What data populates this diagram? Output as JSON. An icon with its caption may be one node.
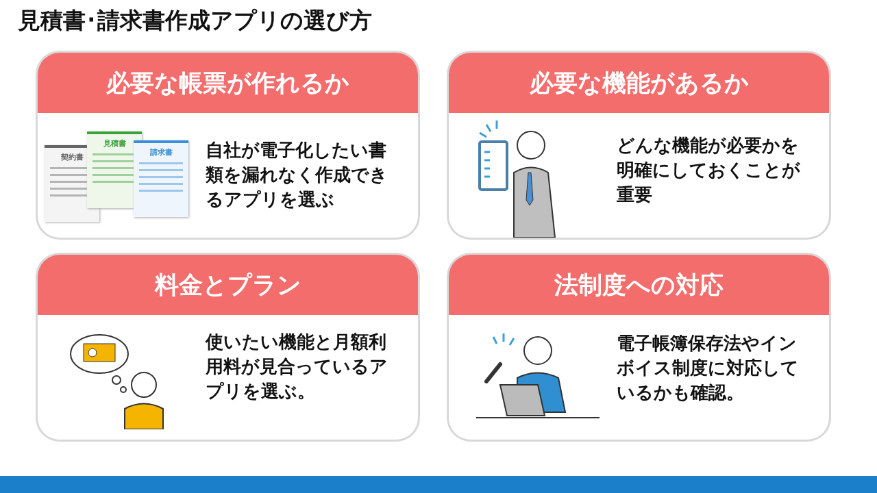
{
  "diagram": {
    "title": "見積書･請求書作成アプリの選び方",
    "nodes": [
      {
        "text": [
          "必要な帳票が作れるか",
          "自社が電子化したい書類を漏れなく作成できるアプリを選ぶ"
        ]
      },
      {
        "text": [
          "必要な機能があるか",
          "どんな機能が必要かを明確にしておくことが重要"
        ]
      },
      {
        "text": [
          "料金とプラン",
          "使いたい機能と月額利用料が見合っているアプリを選ぶ。"
        ]
      },
      {
        "text": [
          "法制度への対応",
          "電子帳簿保存法やインボイス制度に対応しているかも確認。"
        ]
      }
    ],
    "edges": [],
    "labels": [
      "見積書",
      "契約書",
      "請求書"
    ]
  }
}
